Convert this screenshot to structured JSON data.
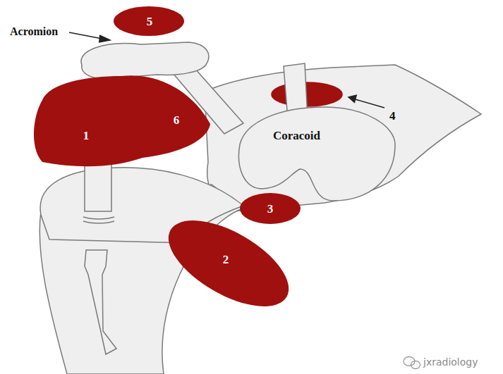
{
  "diagram": {
    "nodes": [
      {
        "text": [
          "5"
        ]
      },
      {
        "text": [
          "1",
          "6"
        ]
      },
      {
        "text": [
          "3"
        ]
      },
      {
        "text": [
          "2"
        ]
      }
    ],
    "labels": [
      "Acromion",
      "Coracoid",
      "4",
      "jxradiology"
    ]
  }
}
